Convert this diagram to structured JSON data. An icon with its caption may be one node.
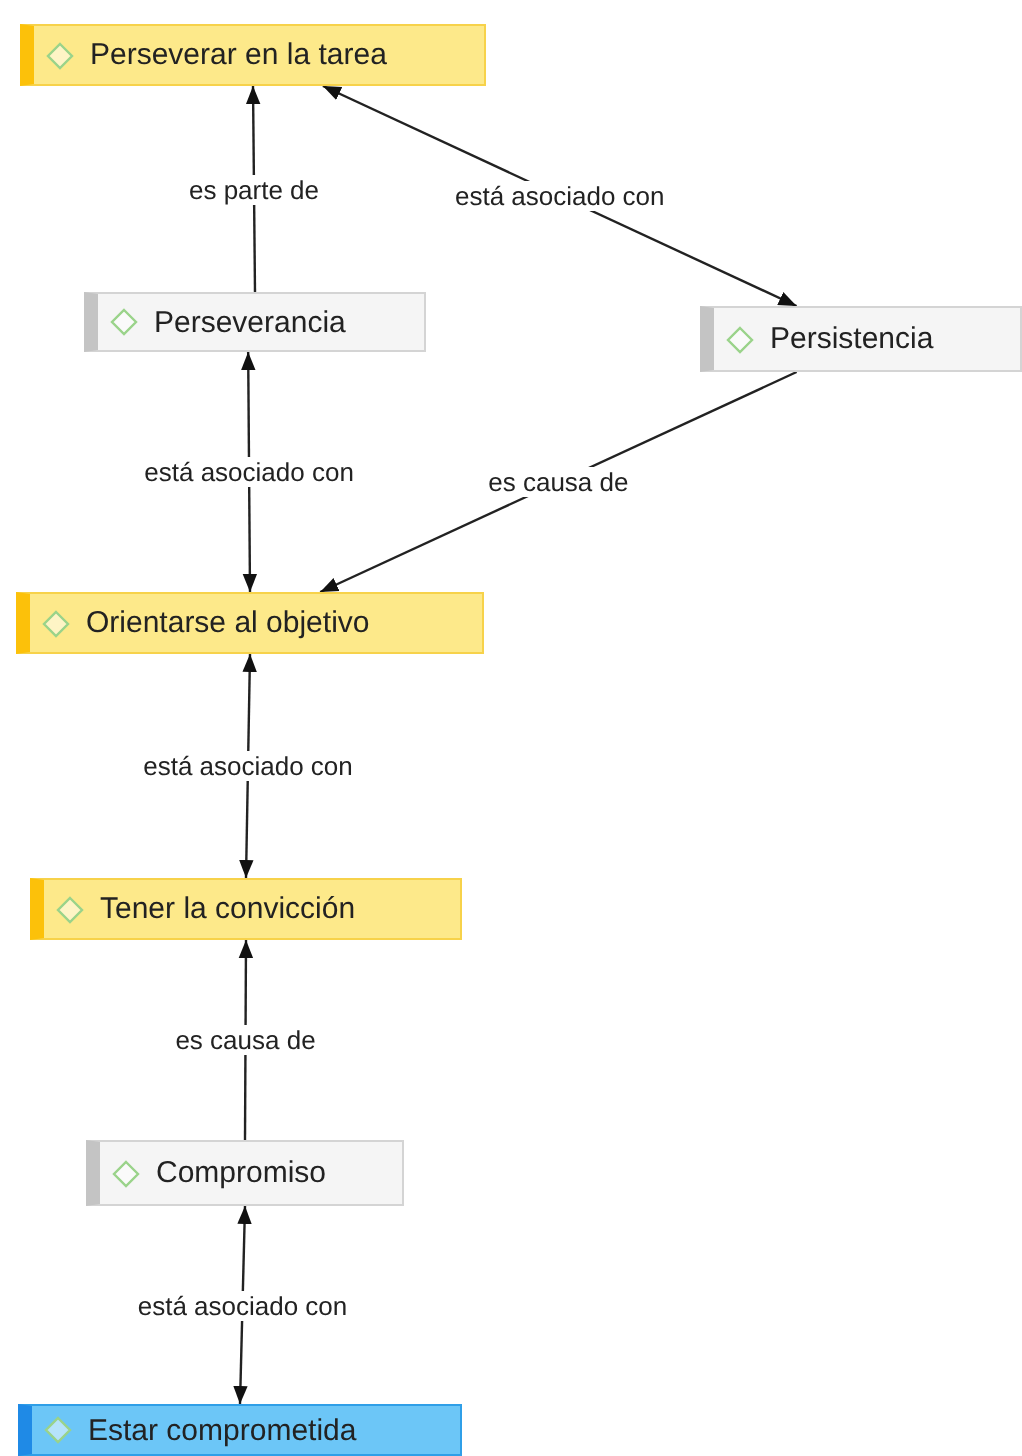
{
  "diagram": {
    "nodes": [
      {
        "text": [
          "Perseverar en la tarea"
        ]
      },
      {
        "text": [
          "Perseverancia"
        ]
      },
      {
        "text": [
          "Persistencia"
        ]
      },
      {
        "text": [
          "Orientarse al objetivo"
        ]
      },
      {
        "text": [
          "Tener la convicción"
        ]
      },
      {
        "text": [
          "Compromiso"
        ]
      },
      {
        "text": [
          "Estar comprometida"
        ]
      }
    ],
    "edges": [
      {
        "from": 1,
        "to": 0,
        "arrow": "to",
        "label": "es parte de"
      },
      {
        "from": 0,
        "to": 2,
        "arrow": "both",
        "label": "está asociado con"
      },
      {
        "from": 1,
        "to": 3,
        "arrow": "both",
        "label": "está asociado con"
      },
      {
        "from": 2,
        "to": 3,
        "arrow": "to",
        "label": "es causa de"
      },
      {
        "from": 3,
        "to": 4,
        "arrow": "both",
        "label": "está asociado con"
      },
      {
        "from": 5,
        "to": 4,
        "arrow": "to",
        "label": "es causa de"
      },
      {
        "from": 6,
        "to": 5,
        "arrow": "both",
        "label": "está asociado con"
      }
    ]
  }
}
